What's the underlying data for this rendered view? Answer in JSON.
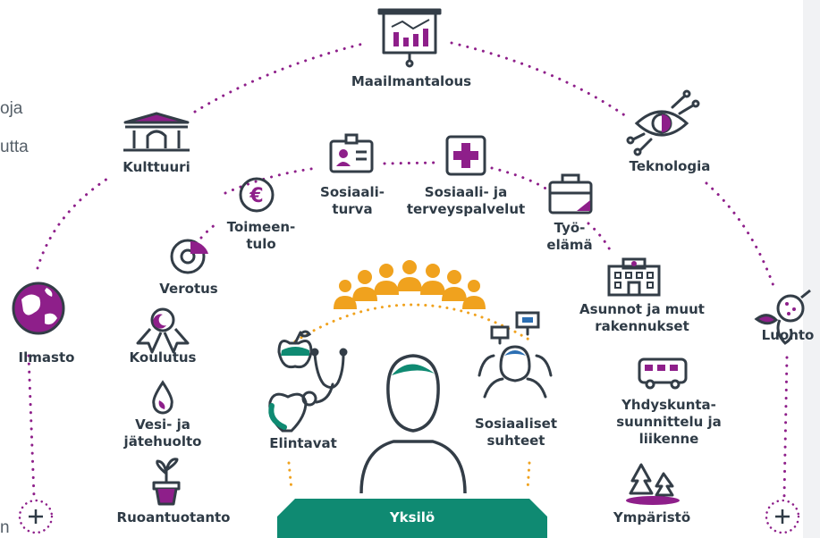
{
  "partial_text": {
    "line1": "oja",
    "line2": "utta",
    "line3": "n"
  },
  "labels": {
    "maailmantalous": "Maailmantalous",
    "kulttuuri": "Kulttuuri",
    "teknologia": "Teknologia",
    "sosiaaliturva_1": "Sosiaali-",
    "sosiaaliturva_2": "turva",
    "sote_1": "Sosiaali- ja",
    "sote_2": "terveyspalvelut",
    "toimeentulo_1": "Toimeen-",
    "toimeentulo_2": "tulo",
    "tyoelama_1": "Työ-",
    "tyoelama_2": "elämä",
    "verotus": "Verotus",
    "asunnot_1": "Asunnot ja muut",
    "asunnot_2": "rakennukset",
    "ilmasto": "Ilmasto",
    "luonto": "Luonto",
    "koulutus": "Koulutus",
    "vesi_1": "Vesi- ja",
    "vesi_2": "jätehuolto",
    "elintavat": "Elintavat",
    "sosiaaliset_1": "Sosiaaliset",
    "sosiaaliset_2": "suhteet",
    "yhdyskunta_1": "Yhdyskunta-",
    "yhdyskunta_2": "suunnittelu ja",
    "yhdyskunta_3": "liikenne",
    "ruoantuotanto": "Ruoantuotanto",
    "ymparisto": "Ympäristö",
    "yksilo": "Yksilö"
  },
  "icons": [
    "presentation-chart-icon",
    "museum-icon",
    "eye-circuit-icon",
    "id-card-icon",
    "medical-cross-icon",
    "euro-coin-icon",
    "briefcase-icon",
    "pie-chart-icon",
    "office-building-icon",
    "globe-icon",
    "nature-icon",
    "award-medal-icon",
    "water-drop-icon",
    "apple-heart-stethoscope-icon",
    "people-talking-icon",
    "bus-icon",
    "trees-icon",
    "potted-plant-icon",
    "crowd-icon",
    "person-icon",
    "plus-icon"
  ],
  "colors": {
    "text": "#2f3b46",
    "purple": "#8e1f8a",
    "green": "#0f8a72",
    "orange": "#f0a21e",
    "blue": "#2c6fb3",
    "outline": "#333d47"
  }
}
